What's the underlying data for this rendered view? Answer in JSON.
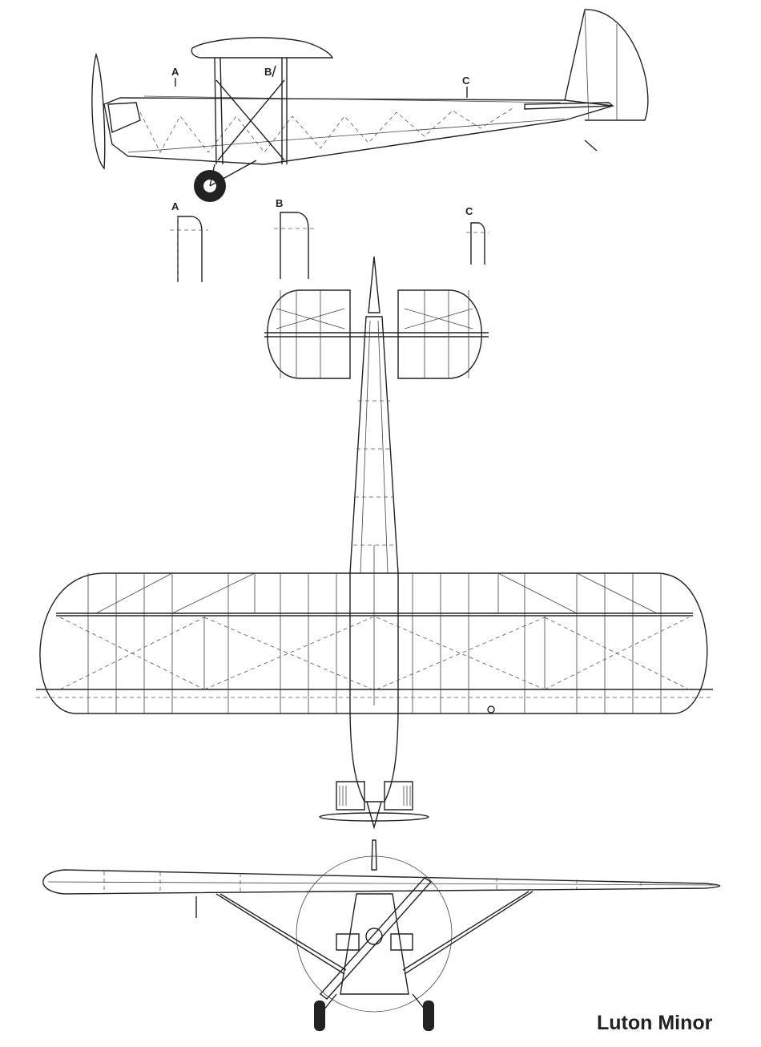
{
  "title": "Luton Minor",
  "section_markers": {
    "a": "A",
    "b": "B",
    "c": "C"
  },
  "section_labels": {
    "a": "A",
    "b": "B",
    "c": "C"
  }
}
